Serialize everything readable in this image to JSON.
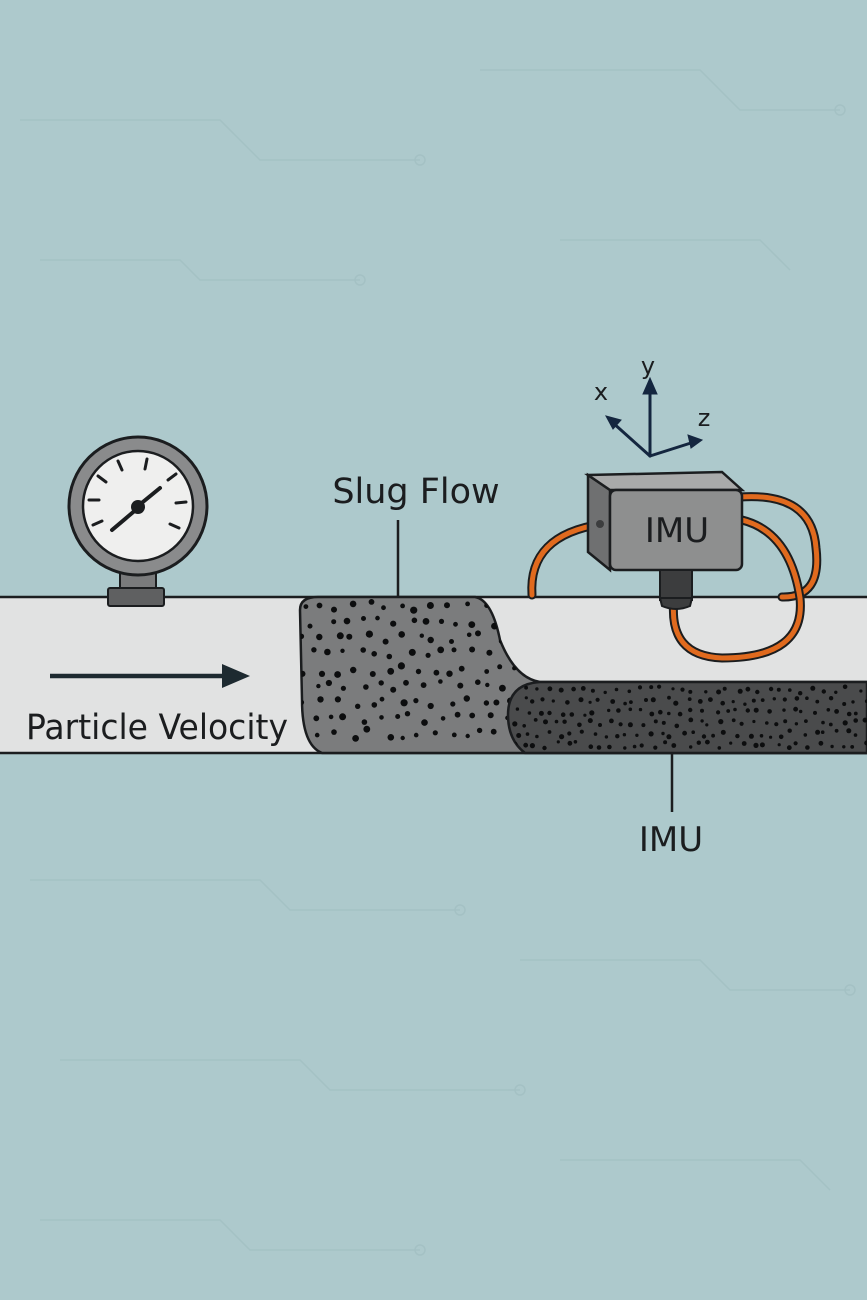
{
  "labels": {
    "slug_flow": "Slug Flow",
    "particle_velocity": "Particle Velocity",
    "imu_box": "IMU",
    "imu_callout": "IMU"
  },
  "axes": {
    "x": "x",
    "y": "y",
    "z": "z"
  },
  "icons": {
    "gauge": "pressure-gauge-icon",
    "flow_arrow": "arrow-right-icon",
    "sensor": "imu-sensor-icon"
  },
  "colors": {
    "background": "#adc9cc",
    "pipe_fill": "#e1e2e2",
    "outline": "#1b1d1f",
    "slug_fill": "#7b7c7d",
    "bed_fill": "#4a4b4c",
    "particles": "#0c0d0e",
    "imu_body": "#8e8f8f",
    "cable": "#e06a1e",
    "axis_arrows": "#14263f"
  }
}
